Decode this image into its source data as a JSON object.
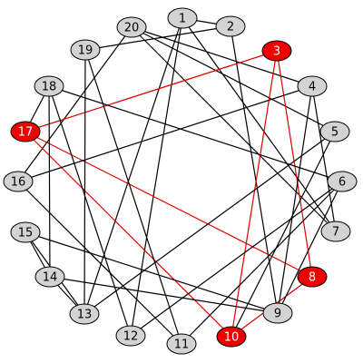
{
  "graph": {
    "colors": {
      "default_fill": "#d3d3d3",
      "highlight_fill": "#ee0000",
      "default_label": "#000000",
      "highlight_label": "#ffffff",
      "edge_default": "#000000",
      "edge_highlight": "#e00000"
    },
    "nodes": [
      {
        "id": "1",
        "label": "1",
        "highlight": false
      },
      {
        "id": "2",
        "label": "2",
        "highlight": false
      },
      {
        "id": "3",
        "label": "3",
        "highlight": true
      },
      {
        "id": "4",
        "label": "4",
        "highlight": false
      },
      {
        "id": "5",
        "label": "5",
        "highlight": false
      },
      {
        "id": "6",
        "label": "6",
        "highlight": false
      },
      {
        "id": "7",
        "label": "7",
        "highlight": false
      },
      {
        "id": "8",
        "label": "8",
        "highlight": true
      },
      {
        "id": "9",
        "label": "9",
        "highlight": false
      },
      {
        "id": "10",
        "label": "10",
        "highlight": true
      },
      {
        "id": "11",
        "label": "11",
        "highlight": false
      },
      {
        "id": "12",
        "label": "12",
        "highlight": false
      },
      {
        "id": "13",
        "label": "13",
        "highlight": false
      },
      {
        "id": "14",
        "label": "14",
        "highlight": false
      },
      {
        "id": "15",
        "label": "15",
        "highlight": false
      },
      {
        "id": "16",
        "label": "16",
        "highlight": false
      },
      {
        "id": "17",
        "label": "17",
        "highlight": true
      },
      {
        "id": "18",
        "label": "18",
        "highlight": false
      },
      {
        "id": "19",
        "label": "19",
        "highlight": false
      },
      {
        "id": "20",
        "label": "20",
        "highlight": false
      }
    ],
    "edges": [
      {
        "source": "1",
        "target": "2",
        "highlight": false
      },
      {
        "source": "1",
        "target": "13",
        "highlight": false
      },
      {
        "source": "1",
        "target": "12",
        "highlight": false
      },
      {
        "source": "1",
        "target": "7",
        "highlight": false
      },
      {
        "source": "2",
        "target": "19",
        "highlight": false
      },
      {
        "source": "2",
        "target": "9",
        "highlight": false
      },
      {
        "source": "20",
        "target": "16",
        "highlight": false
      },
      {
        "source": "20",
        "target": "4",
        "highlight": false
      },
      {
        "source": "20",
        "target": "5",
        "highlight": false
      },
      {
        "source": "20",
        "target": "7",
        "highlight": false
      },
      {
        "source": "3",
        "target": "17",
        "highlight": true
      },
      {
        "source": "3",
        "target": "10",
        "highlight": true
      },
      {
        "source": "3",
        "target": "8",
        "highlight": true
      },
      {
        "source": "8",
        "target": "17",
        "highlight": true
      },
      {
        "source": "8",
        "target": "10",
        "highlight": true
      },
      {
        "source": "17",
        "target": "10",
        "highlight": true
      },
      {
        "source": "4",
        "target": "16",
        "highlight": false
      },
      {
        "source": "4",
        "target": "9",
        "highlight": false
      },
      {
        "source": "4",
        "target": "7",
        "highlight": false
      },
      {
        "source": "5",
        "target": "13",
        "highlight": false
      },
      {
        "source": "5",
        "target": "10",
        "highlight": false
      },
      {
        "source": "6",
        "target": "11",
        "highlight": false
      },
      {
        "source": "6",
        "target": "12",
        "highlight": false
      },
      {
        "source": "6",
        "target": "9",
        "highlight": false
      },
      {
        "source": "18",
        "target": "17",
        "highlight": false
      },
      {
        "source": "18",
        "target": "6",
        "highlight": false
      },
      {
        "source": "18",
        "target": "14",
        "highlight": false
      },
      {
        "source": "18",
        "target": "12",
        "highlight": false
      },
      {
        "source": "19",
        "target": "11",
        "highlight": false
      },
      {
        "source": "19",
        "target": "13",
        "highlight": false
      },
      {
        "source": "16",
        "target": "11",
        "highlight": false
      },
      {
        "source": "15",
        "target": "9",
        "highlight": false
      },
      {
        "source": "15",
        "target": "14",
        "highlight": false
      },
      {
        "source": "15",
        "target": "13",
        "highlight": false
      },
      {
        "source": "14",
        "target": "13",
        "highlight": false
      },
      {
        "source": "14",
        "target": "9",
        "highlight": false
      }
    ]
  }
}
